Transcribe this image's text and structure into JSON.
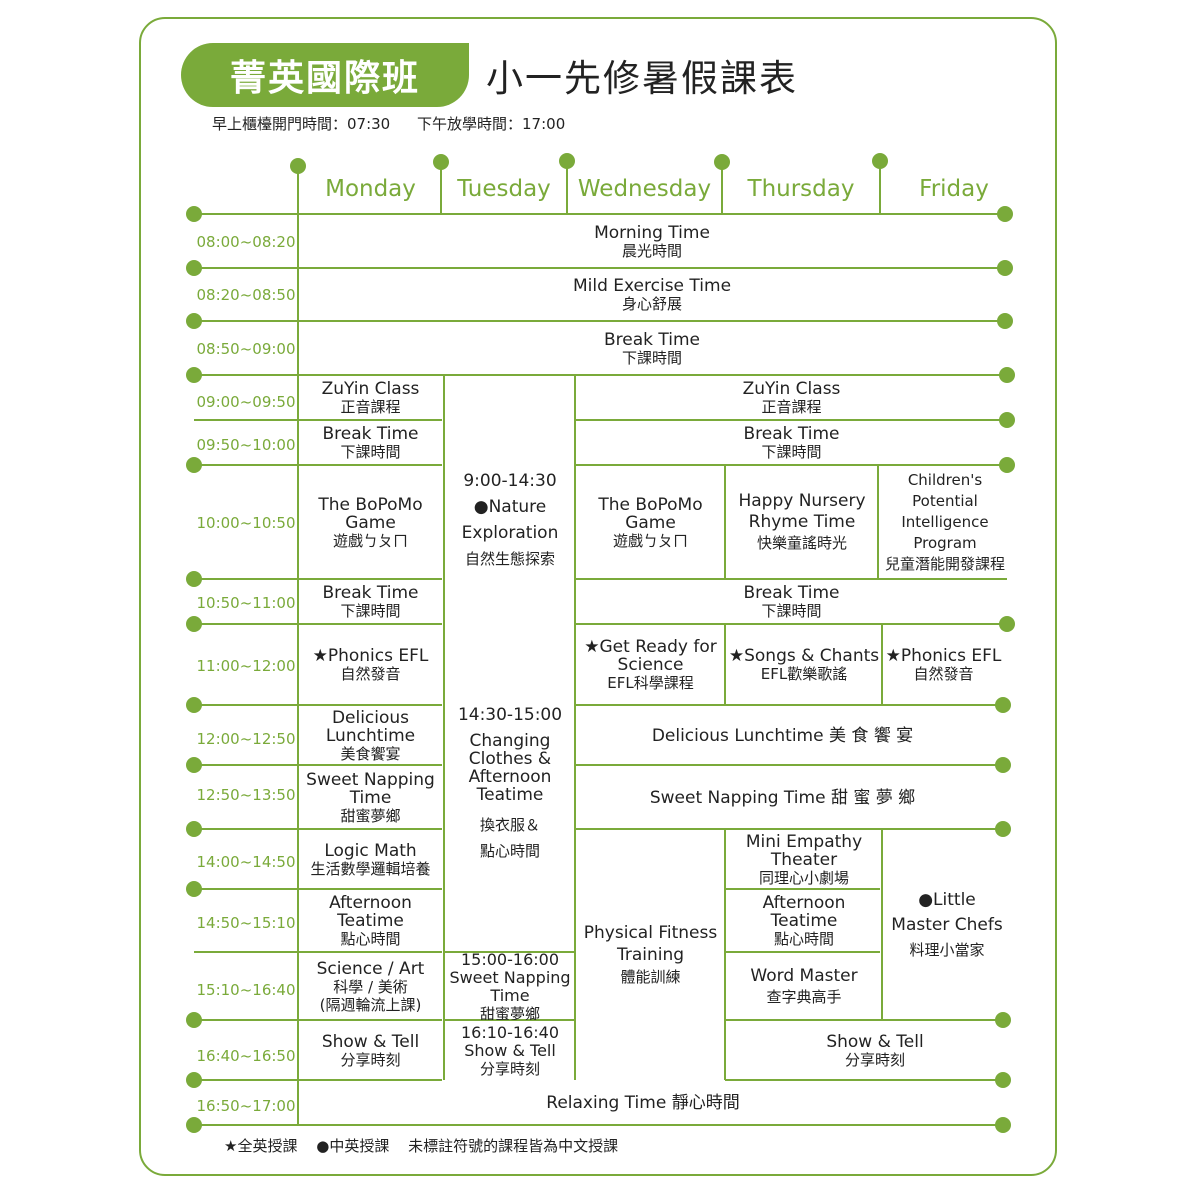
{
  "brand": "菁英國際班",
  "title": "小一先修暑假課表",
  "hours": {
    "open": "早上櫃檯開門時間：07:30",
    "close": "下午放學時間：17:00"
  },
  "days": [
    "Monday",
    "Tuesday",
    "Wednesday",
    "Thursday",
    "Friday"
  ],
  "times": [
    "08:00~08:20",
    "08:20~08:50",
    "08:50~09:00",
    "09:00~09:50",
    "09:50~10:00",
    "10:00~10:50",
    "10:50~11:00",
    "11:00~12:00",
    "12:00~12:50",
    "12:50~13:50",
    "14:00~14:50",
    "14:50~15:10",
    "15:10~16:40",
    "16:40~16:50",
    "16:50~17:00"
  ],
  "cells": {
    "morning_en": "Morning Time",
    "morning_zh": "晨光時間",
    "exercise_en": "Mild Exercise Time",
    "exercise_zh": "身心舒展",
    "break1_en": "Break Time",
    "break1_zh": "下課時間",
    "mon_zuyin_en": "ZuYin Class",
    "mon_zuyin_zh": "正音課程",
    "mon_break2_en": "Break Time",
    "mon_break2_zh": "下課時間",
    "mon_bopomo_en1": "The BoPoMo",
    "mon_bopomo_en2": "Game",
    "mon_bopomo_zh": "遊戲ㄅㄆㄇ",
    "mon_break3_en": "Break Time",
    "mon_break3_zh": "下課時間",
    "mon_phonics_en": "★Phonics EFL",
    "mon_phonics_zh": "自然發音",
    "mon_lunch_en1": "Delicious",
    "mon_lunch_en2": "Lunchtime",
    "mon_lunch_zh": "美食饗宴",
    "mon_nap_en1": "Sweet Napping",
    "mon_nap_en2": "Time",
    "mon_nap_zh": "甜蜜夢鄉",
    "mon_logic_en": "Logic Math",
    "mon_logic_zh": "生活數學邏輯培養",
    "mon_tea_en1": "Afternoon",
    "mon_tea_en2": "Teatime",
    "mon_tea_zh": "點心時間",
    "mon_sci_en": "Science / Art",
    "mon_sci_zh1": "科學 / 美術",
    "mon_sci_zh2": "(隔週輪流上課)",
    "mon_show_en": "Show & Tell",
    "mon_show_zh": "分享時刻",
    "tue_nature_time": "9:00-14:30",
    "tue_nature_en1": "●Nature",
    "tue_nature_en2": "Exploration",
    "tue_nature_zh": "自然生態探索",
    "tue_change_time": "14:30-15:00",
    "tue_change_en1": "Changing",
    "tue_change_en2": "Clothes &",
    "tue_change_en3": "Afternoon",
    "tue_change_en4": "Teatime",
    "tue_change_zh1": "換衣服＆",
    "tue_change_zh2": "點心時間",
    "tue_nap_time": "15:00-16:00",
    "tue_nap_en1": "Sweet Napping",
    "tue_nap_en2": "Time",
    "tue_nap_zh": "甜蜜夢鄉",
    "tue_show_time": "16:10-16:40",
    "tue_show_en": "Show & Tell",
    "tue_show_zh": "分享時刻",
    "wf_zuyin_en": "ZuYin Class",
    "wf_zuyin_zh": "正音課程",
    "wf_break2_en": "Break Time",
    "wf_break2_zh": "下課時間",
    "wed_bopomo_en1": "The BoPoMo",
    "wed_bopomo_en2": "Game",
    "wed_bopomo_zh": "遊戲ㄅㄆㄇ",
    "thu_rhyme_en1": "Happy Nursery",
    "thu_rhyme_en2": "Rhyme Time",
    "thu_rhyme_zh": "快樂童謠時光",
    "fri_cpip_en1": "Children's",
    "fri_cpip_en2": "Potential",
    "fri_cpip_en3": "Intelligence",
    "fri_cpip_en4": "Program",
    "fri_cpip_zh": "兒童潛能開發課程",
    "wf_break3_en": "Break Time",
    "wf_break3_zh": "下課時間",
    "wed_science_en1": "★Get Ready for",
    "wed_science_en2": "Science",
    "wed_science_zh": "EFL科學課程",
    "thu_songs_en": "★Songs & Chants",
    "thu_songs_zh": "EFL歡樂歌謠",
    "fri_phonics_en": "★Phonics EFL",
    "fri_phonics_zh": "自然發音",
    "wf_lunch": "Delicious Lunchtime 美 食 饗 宴",
    "wf_nap": "Sweet Napping Time 甜 蜜 夢 鄉",
    "wed_fitness_en1": "Physical Fitness",
    "wed_fitness_en2": "Training",
    "wed_fitness_zh": "體能訓練",
    "thu_empathy_en1": "Mini Empathy",
    "thu_empathy_en2": "Theater",
    "thu_empathy_zh": "同理心小劇場",
    "thu_tea_en1": "Afternoon",
    "thu_tea_en2": "Teatime",
    "thu_tea_zh": "點心時間",
    "thu_word_en": "Word Master",
    "thu_word_zh": "查字典高手",
    "fri_chef_en1": "●Little",
    "fri_chef_en2": "Master Chefs",
    "fri_chef_zh": "料理小當家",
    "thf_show_en": "Show & Tell",
    "thf_show_zh": "分享時刻",
    "relax": "Relaxing Time 靜心時間"
  },
  "legend": {
    "star": "★全英授課",
    "dot": "●中英授課",
    "none": "未標註符號的課程皆為中文授課"
  },
  "colors": {
    "accent": "#7aaa3a",
    "text": "#222222",
    "background": "#ffffff"
  }
}
